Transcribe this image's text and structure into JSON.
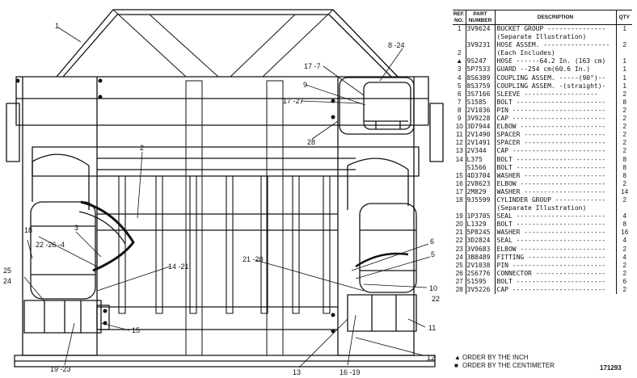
{
  "drawing": {
    "callouts": [
      "1",
      "2",
      "3",
      "5",
      "6",
      "8 -24",
      "9",
      "10",
      "11",
      "12",
      "13",
      "14 -21",
      "15",
      "16 -19",
      "17 -7",
      "17 -27",
      "18",
      "19 -23",
      "21 -20",
      "22",
      "22 -26 -4",
      "24",
      "25",
      "28"
    ]
  },
  "parts_list": {
    "headers": {
      "ref": "REF. NO.",
      "part": "PART NUMBER",
      "desc": "DESCRIPTION",
      "qty": "QTY"
    },
    "rows": [
      {
        "ref": "1",
        "part": "3V9624",
        "desc": "BUCKET GROUP ---------------",
        "qty": "1"
      },
      {
        "ref": "",
        "part": "",
        "desc": "(Separate Illustration)",
        "qty": ""
      },
      {
        "ref": "",
        "part": "3V9231",
        "desc": "HOSE ASSEM. -----------------",
        "qty": "2"
      },
      {
        "ref": "2",
        "part": "",
        "desc": "(Each Includes)",
        "qty": ""
      },
      {
        "ref": "▲",
        "part": "9S247",
        "desc": "HOSE ------64.2 In. (163 cm)",
        "qty": "1"
      },
      {
        "ref": "3",
        "part": "5P7533",
        "desc": "GUARD --254 cm(60.6 In.)",
        "qty": "1"
      },
      {
        "ref": "4",
        "part": "8S6389",
        "desc": "COUPLING ASSEM. -----(90°)--",
        "qty": "1"
      },
      {
        "ref": "5",
        "part": "8S3759",
        "desc": "COUPLING ASSEM. -(straight)-",
        "qty": "1"
      },
      {
        "ref": "6",
        "part": "3S7166",
        "desc": "SLEEVE -------------------",
        "qty": "2"
      },
      {
        "ref": "7",
        "part": "S1585",
        "desc": "BOLT -----------------------",
        "qty": "8"
      },
      {
        "ref": "8",
        "part": "2V1036",
        "desc": "PIN ------------------------",
        "qty": "2"
      },
      {
        "ref": "9",
        "part": "3V9228",
        "desc": "CAP ------------------------",
        "qty": "2"
      },
      {
        "ref": "10",
        "part": "3D7944",
        "desc": "ELBOW ----------------------",
        "qty": "2"
      },
      {
        "ref": "11",
        "part": "2V1490",
        "desc": "SPACER ---------------------",
        "qty": "2"
      },
      {
        "ref": "12",
        "part": "2V1491",
        "desc": "SPACER ---------------------",
        "qty": "2"
      },
      {
        "ref": "13",
        "part": "2V344",
        "desc": "CAP ------------------------",
        "qty": "2"
      },
      {
        "ref": "14",
        "part": "L375",
        "desc": "BOLT -----------------------",
        "qty": "8"
      },
      {
        "ref": "",
        "part": "S1566",
        "desc": "BOLT -----------------------",
        "qty": "8"
      },
      {
        "ref": "15",
        "part": "4D3704",
        "desc": "WASHER ---------------------",
        "qty": "8"
      },
      {
        "ref": "16",
        "part": "2V8623",
        "desc": "ELBOW ----------------------",
        "qty": "2"
      },
      {
        "ref": "17",
        "part": "2M829",
        "desc": "WASHER ---------------------",
        "qty": "14"
      },
      {
        "ref": "18",
        "part": "9J5599",
        "desc": "CYLINDER GROUP -------------",
        "qty": "2"
      },
      {
        "ref": "",
        "part": "",
        "desc": "(Separate Illustration)",
        "qty": ""
      },
      {
        "ref": "19",
        "part": "1P3705",
        "desc": "SEAL -----------------------",
        "qty": "4"
      },
      {
        "ref": "20",
        "part": "L1329",
        "desc": "BOLT -----------------------",
        "qty": "8"
      },
      {
        "ref": "21",
        "part": "5P8245",
        "desc": "WASHER ---------------------",
        "qty": "16"
      },
      {
        "ref": "22",
        "part": "3D2824",
        "desc": "SEAL -----------------------",
        "qty": "4"
      },
      {
        "ref": "23",
        "part": "3V9683",
        "desc": "ELBOW ----------------------",
        "qty": "2"
      },
      {
        "ref": "24",
        "part": "3B8489",
        "desc": "FITTING --------------------",
        "qty": "4"
      },
      {
        "ref": "25",
        "part": "2V1038",
        "desc": "PIN ------------------------",
        "qty": "2"
      },
      {
        "ref": "26",
        "part": "2S6776",
        "desc": "CONNECTOR ------------------",
        "qty": "2"
      },
      {
        "ref": "27",
        "part": "S1595",
        "desc": "BOLT -----------------------",
        "qty": "6"
      },
      {
        "ref": "28",
        "part": "3V5226",
        "desc": "CAP ------------------------",
        "qty": "2"
      }
    ]
  },
  "notes": [
    {
      "mark": "▲",
      "text": "ORDER BY THE INCH"
    },
    {
      "mark": "■",
      "text": "ORDER BY THE CENTIMETER"
    }
  ],
  "plate_number": "171293"
}
